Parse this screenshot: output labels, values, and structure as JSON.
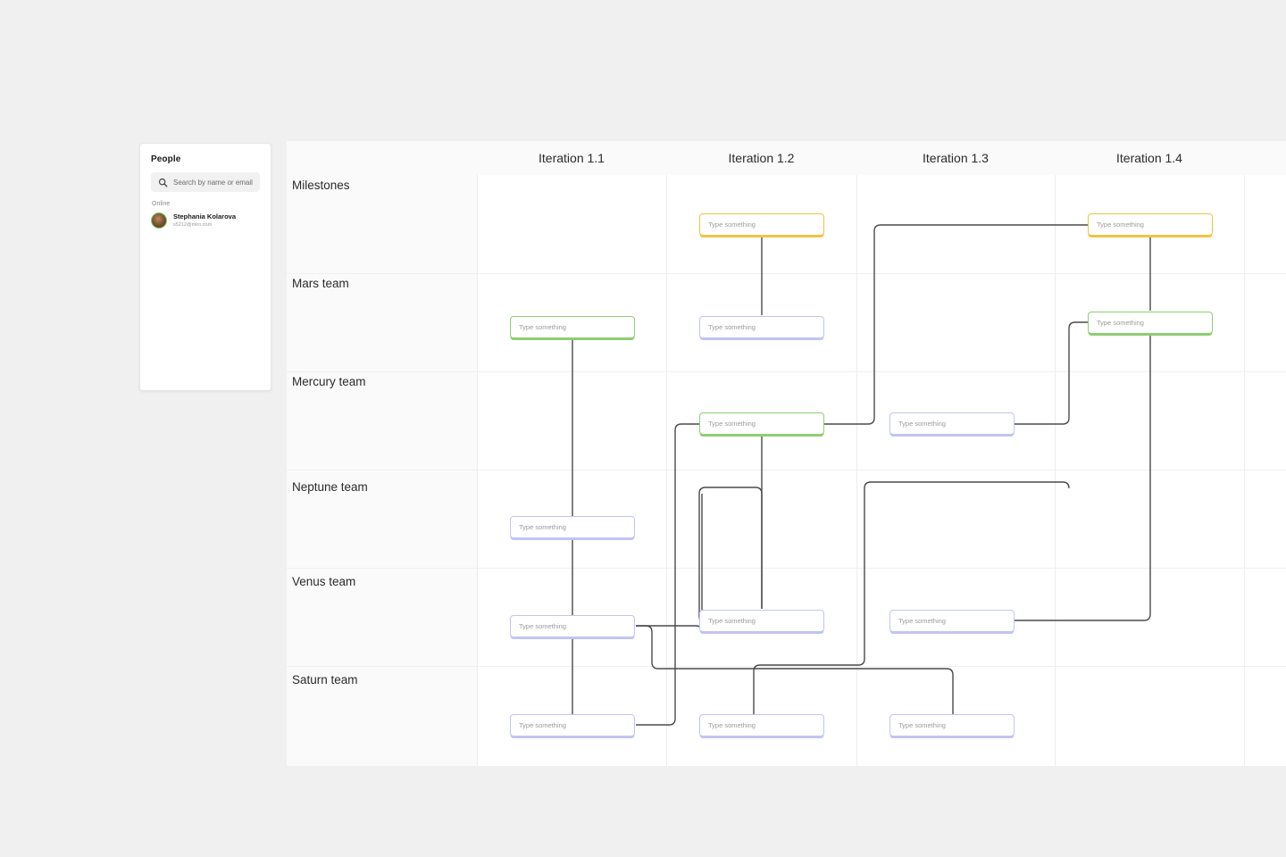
{
  "people_panel": {
    "title": "People",
    "search": {
      "placeholder": "Search by name or email",
      "icon": "search-icon"
    },
    "status_label": "Online",
    "members": [
      {
        "name": "Stephania Kolarova",
        "email": "s5212@miro.com",
        "presence": "online"
      }
    ]
  },
  "board": {
    "columns": [
      {
        "label": "Iteration 1.1"
      },
      {
        "label": "Iteration 1.2"
      },
      {
        "label": "Iteration 1.3"
      },
      {
        "label": "Iteration 1.4"
      }
    ],
    "rows": [
      {
        "label": "Milestones"
      },
      {
        "label": "Mars team"
      },
      {
        "label": "Mercury team"
      },
      {
        "label": "Neptune team"
      },
      {
        "label": "Venus team"
      },
      {
        "label": "Saturn team"
      }
    ],
    "card_placeholder": "Type something",
    "colors": {
      "yellow": "#f2c244",
      "green": "#8ece73",
      "blue": "#c1c5f4",
      "connector": "#4a4a4a",
      "canvas": "#f0f0f0",
      "grid": "#ffffff",
      "header_band": "#fafafa"
    },
    "cards": [
      {
        "id": "c1",
        "row": "Milestones",
        "column": "Iteration 1.2",
        "color": "yellow",
        "text": "Type something"
      },
      {
        "id": "c2",
        "row": "Milestones",
        "column": "Iteration 1.4",
        "color": "yellow",
        "text": "Type something"
      },
      {
        "id": "c3",
        "row": "Mars team",
        "column": "Iteration 1.1",
        "color": "green",
        "text": "Type something"
      },
      {
        "id": "c4",
        "row": "Mars team",
        "column": "Iteration 1.2",
        "color": "blue",
        "text": "Type something"
      },
      {
        "id": "c5",
        "row": "Mars team",
        "column": "Iteration 1.4",
        "color": "green",
        "text": "Type something"
      },
      {
        "id": "c6",
        "row": "Mercury team",
        "column": "Iteration 1.2",
        "color": "green",
        "text": "Type something"
      },
      {
        "id": "c7",
        "row": "Mercury team",
        "column": "Iteration 1.3",
        "color": "blue",
        "text": "Type something"
      },
      {
        "id": "c8",
        "row": "Neptune team",
        "column": "Iteration 1.1",
        "color": "blue",
        "text": "Type something"
      },
      {
        "id": "c9",
        "row": "Venus team",
        "column": "Iteration 1.1",
        "color": "blue",
        "text": "Type something"
      },
      {
        "id": "c10",
        "row": "Venus team",
        "column": "Iteration 1.2",
        "color": "blue",
        "text": "Type something"
      },
      {
        "id": "c11",
        "row": "Venus team",
        "column": "Iteration 1.3",
        "color": "blue",
        "text": "Type something"
      },
      {
        "id": "c12",
        "row": "Saturn team",
        "column": "Iteration 1.1",
        "color": "blue",
        "text": "Type something"
      },
      {
        "id": "c13",
        "row": "Saturn team",
        "column": "Iteration 1.2",
        "color": "blue",
        "text": "Type something"
      },
      {
        "id": "c14",
        "row": "Saturn team",
        "column": "Iteration 1.3",
        "color": "blue",
        "text": "Type something"
      }
    ],
    "connector_count": 12
  }
}
